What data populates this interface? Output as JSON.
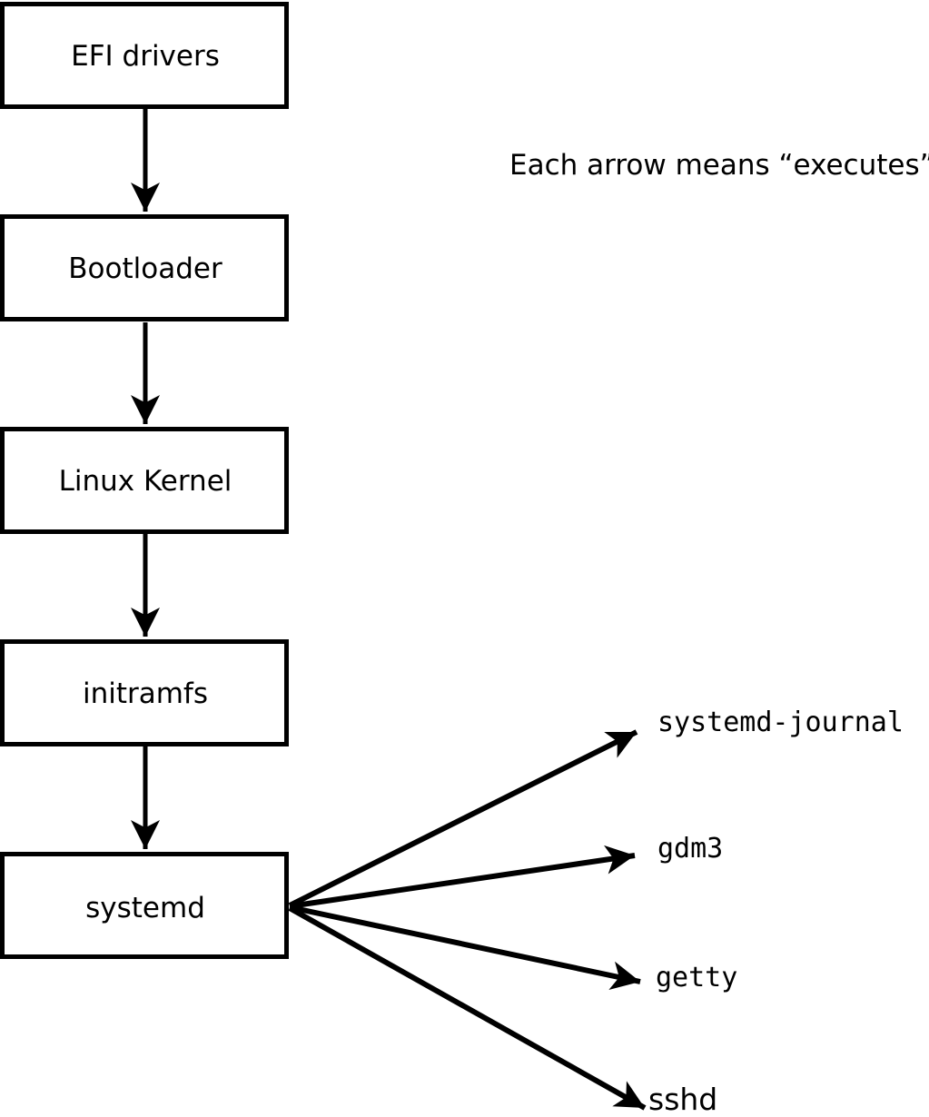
{
  "note": "Each arrow means “executes”.",
  "chain_nodes": [
    "EFI drivers",
    "Bootloader",
    "Linux Kernel",
    "initramfs",
    "systemd"
  ],
  "spawned_processes": [
    "systemd-journal",
    "gdm3",
    "getty",
    "sshd"
  ],
  "colors": {
    "line": "#000000",
    "text": "#000000",
    "box_fill": "#ffffff",
    "background": "#ffffff"
  }
}
